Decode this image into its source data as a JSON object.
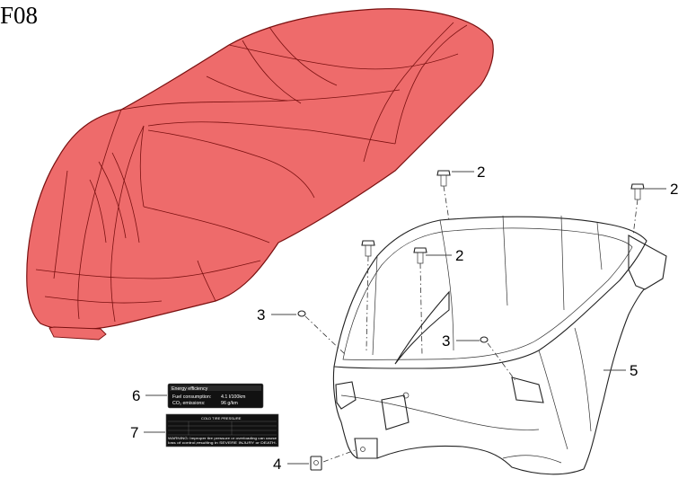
{
  "figure_id": "F08",
  "colors": {
    "seat_fill": "#ee6b6b",
    "seat_outline": "#7a1010",
    "label_bg": "#111111"
  },
  "callouts": [
    {
      "id": "c2a",
      "number": "2",
      "part": "bolt"
    },
    {
      "id": "c2b",
      "number": "2",
      "part": "bolt"
    },
    {
      "id": "c2c",
      "number": "2",
      "part": "bolt"
    },
    {
      "id": "c3a",
      "number": "3",
      "part": "screw"
    },
    {
      "id": "c3b",
      "number": "3",
      "part": "screw"
    },
    {
      "id": "c4",
      "number": "4",
      "part": "clip-nut"
    },
    {
      "id": "c5",
      "number": "5",
      "part": "storage-box"
    },
    {
      "id": "c6",
      "number": "6",
      "part": "energy-label"
    },
    {
      "id": "c7",
      "number": "7",
      "part": "tire-pressure-label"
    }
  ],
  "energy_label": {
    "title": "Energy efficiency",
    "fuel_label": "Fuel consumption:",
    "fuel_value": "4.1  l/100km",
    "co2_label": "CO₂ emissions:",
    "co2_value": "96  g/km"
  },
  "tire_label": {
    "title": "COLD TIRE PRESSURE",
    "warning_line1": "WARNING: Improper tire pressure or overloading can cause",
    "warning_line2": "loss of control,resulting in SEVERE INJURY or DEATH."
  }
}
